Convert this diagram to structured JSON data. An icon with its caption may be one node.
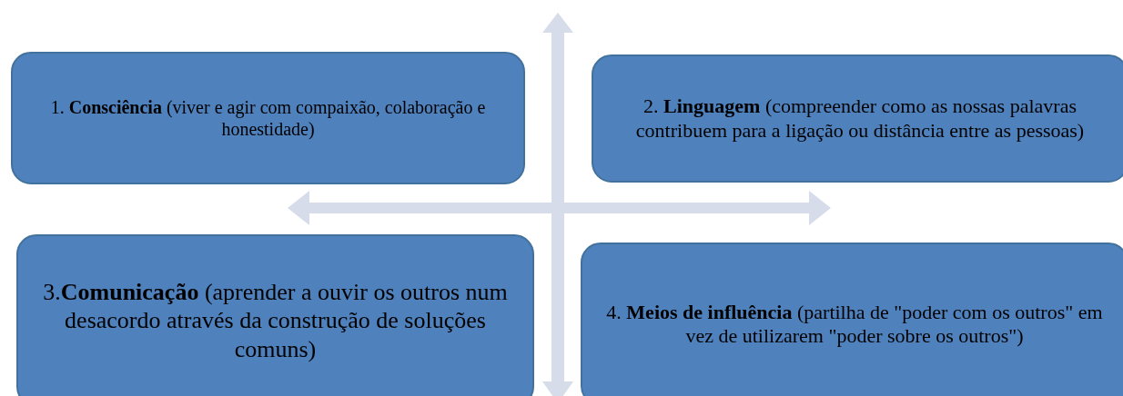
{
  "diagram": {
    "nodes": [
      {
        "text": [
          "1. **Consciência** (viver e agir com compaixão, colaboração e honestidade)"
        ]
      },
      {
        "text": [
          "2. **Linguagem** (compreender como as nossas palavras contribuem para a ligação ou distância entre as pessoas)"
        ]
      },
      {
        "text": [
          "3.**Comunicação** (aprender a ouvir os outros num desacordo através da construção de soluções comuns)"
        ]
      },
      {
        "text": [
          "4. **Meios de influência** (partilha de \"poder com os outros\" em vez de utilizarem \"poder sobre os outros\")"
        ]
      }
    ]
  }
}
